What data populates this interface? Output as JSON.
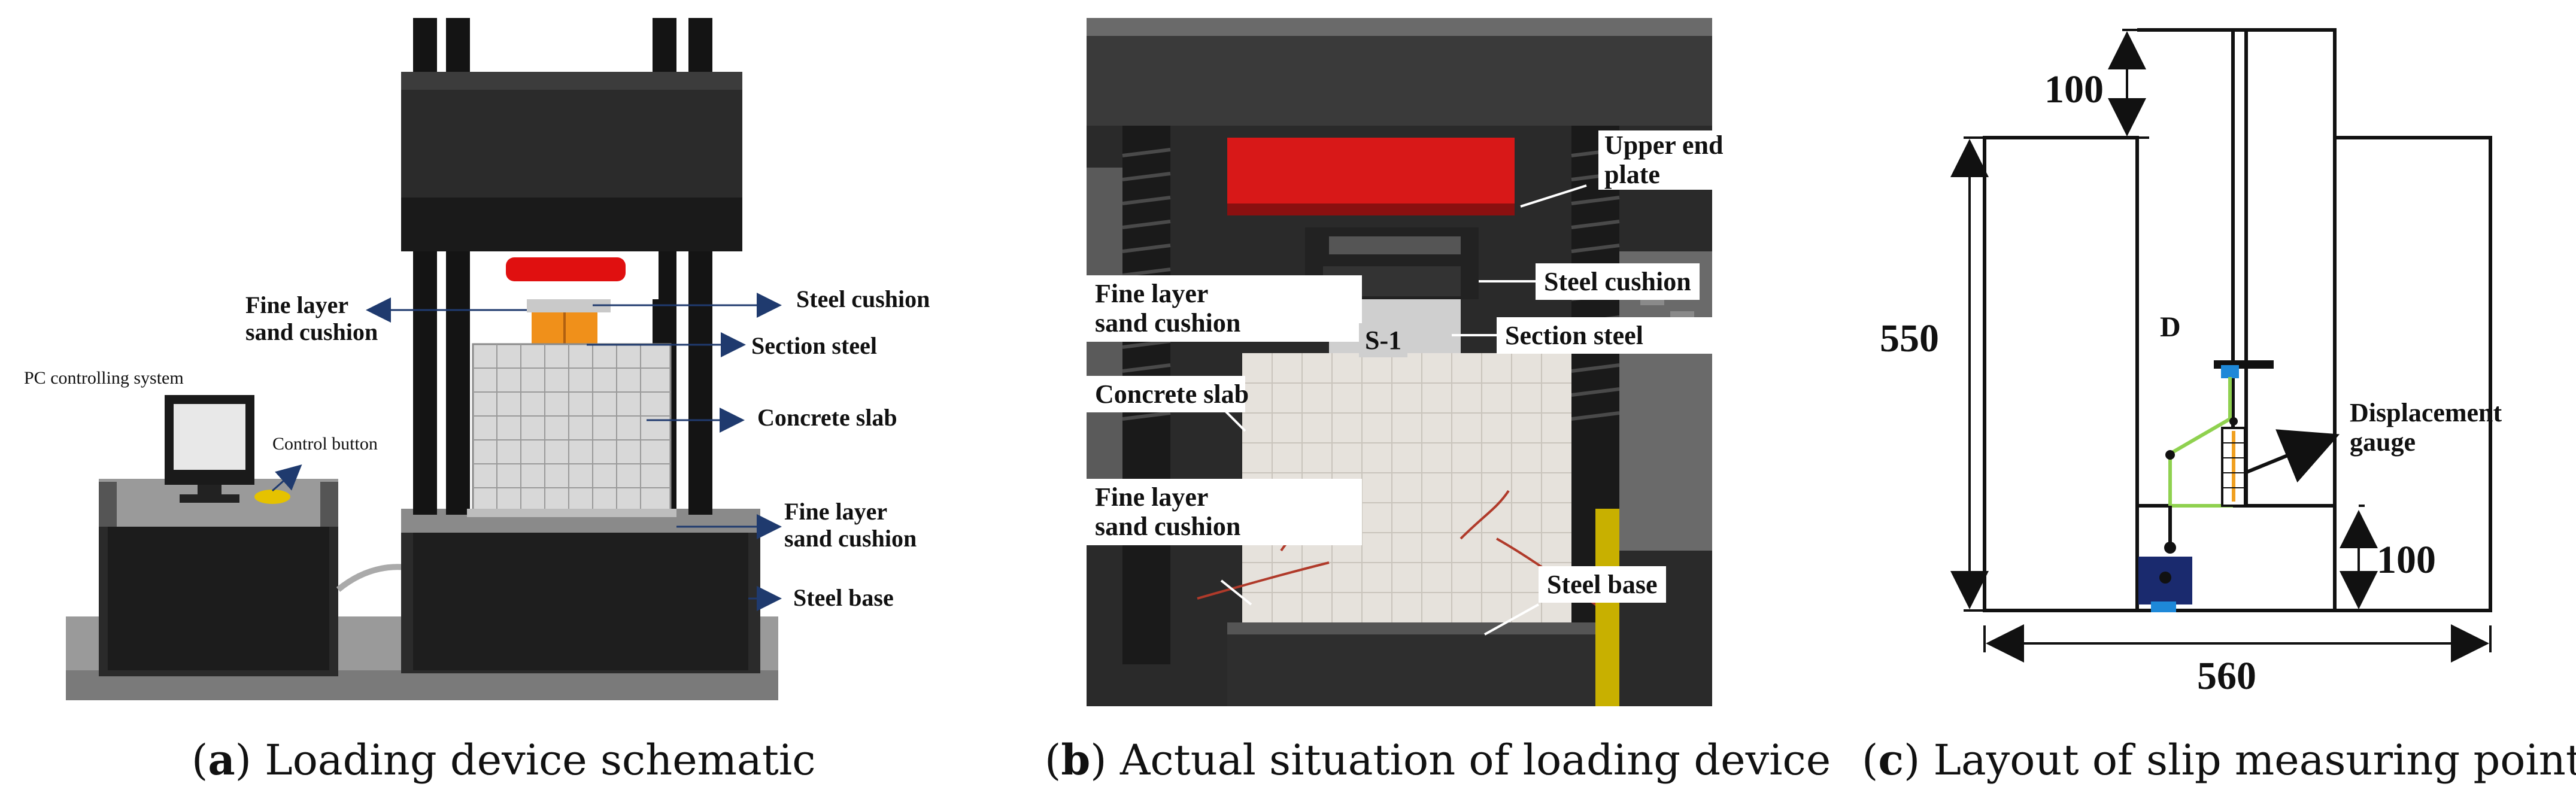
{
  "panel_a": {
    "caption_letter": "a",
    "caption_text": "Loading device schematic",
    "labels": {
      "fine_layer_top": "Fine layer\nsand cushion",
      "steel_cushion": "Steel cushion",
      "section_steel": "Section steel",
      "concrete_slab": "Concrete  slab",
      "fine_layer_bottom": "Fine layer\nsand cushion",
      "steel_base": "Steel  base",
      "pc_controlling": "PC controlling system",
      "control_button": "Control button"
    }
  },
  "panel_b": {
    "caption_letter": "b",
    "caption_text": "Actual situation of loading device",
    "labels": {
      "upper_end_plate": "Upper end\nplate",
      "steel_cushion": "Steel cushion",
      "fine_layer_top": "Fine layer\nsand cushion",
      "specimen_id": "S-1",
      "section_steel": "Section steel",
      "concrete_slab": "Concrete slab",
      "fine_layer_bottom": "Fine layer\nsand cushion",
      "steel_base": "Steel  base"
    }
  },
  "panel_c": {
    "caption_letter": "c",
    "caption_text": "Layout of slip measuring points",
    "dims": {
      "top": "100",
      "height": "550",
      "bottom": "100",
      "width": "560"
    },
    "labels": {
      "point": "D",
      "gauge": "Displacement\ngauge"
    }
  },
  "colors": {
    "machine_dark": "#1e1e1e",
    "machine_mid": "#3a3a3a",
    "red_plate": "#e01010",
    "orange_steel": "#f0901a",
    "slab_gray": "#d8d8d8",
    "arrow_blue": "#1f3a6e",
    "gauge_green": "#8fd14f",
    "gauge_blue": "#1e88d8",
    "gauge_navy": "#1a2a6e"
  }
}
